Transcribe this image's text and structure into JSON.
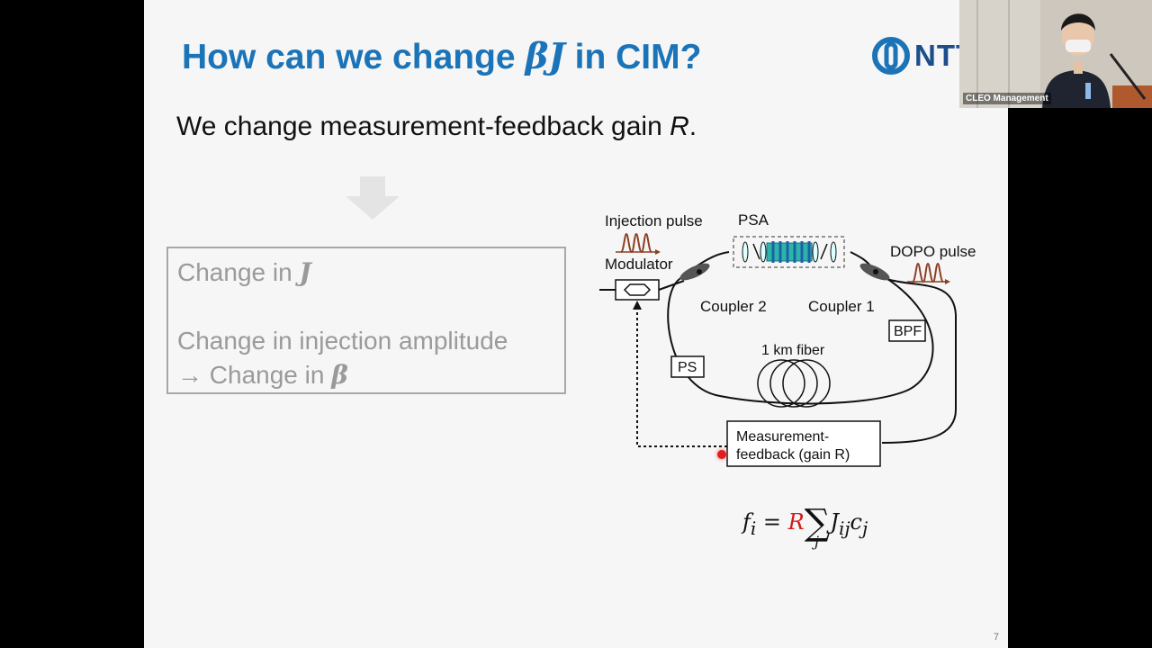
{
  "slide": {
    "title_prefix": "How can we change ",
    "title_math": "βJ",
    "title_suffix": " in CIM?",
    "logo_text": "NTT",
    "subtitle_prefix": "We change measurement-feedback gain ",
    "subtitle_var": "R",
    "subtitle_suffix": ".",
    "page_number": "7"
  },
  "change_box": {
    "line1_prefix": "Change in ",
    "line1_var": "J",
    "line2": "Change in injection amplitude",
    "line3_prefix": "→ Change in ",
    "line3_var": "β"
  },
  "diagram": {
    "injection_pulse": "Injection pulse",
    "modulator": "Modulator",
    "psa": "PSA",
    "dopo_pulse": "DOPO pulse",
    "coupler2": "Coupler 2",
    "coupler1": "Coupler 1",
    "bpf": "BPF",
    "fiber": "1 km fiber",
    "ps": "PS",
    "feedback_line1": "Measurement-",
    "feedback_line2": "feedback (gain R)"
  },
  "formula": {
    "lhs": "f",
    "lhs_sub": "i",
    "eq": " = ",
    "gain": "R",
    "sum_index": "j",
    "term": "J",
    "term_sub": "ij",
    "c": "c",
    "c_sub": "j"
  },
  "webcam": {
    "label": "CLEO Management"
  },
  "colors": {
    "title_blue": "#1b73b8",
    "gain_red": "#d01c1c",
    "crystal_teal": "#2bb5a8"
  }
}
